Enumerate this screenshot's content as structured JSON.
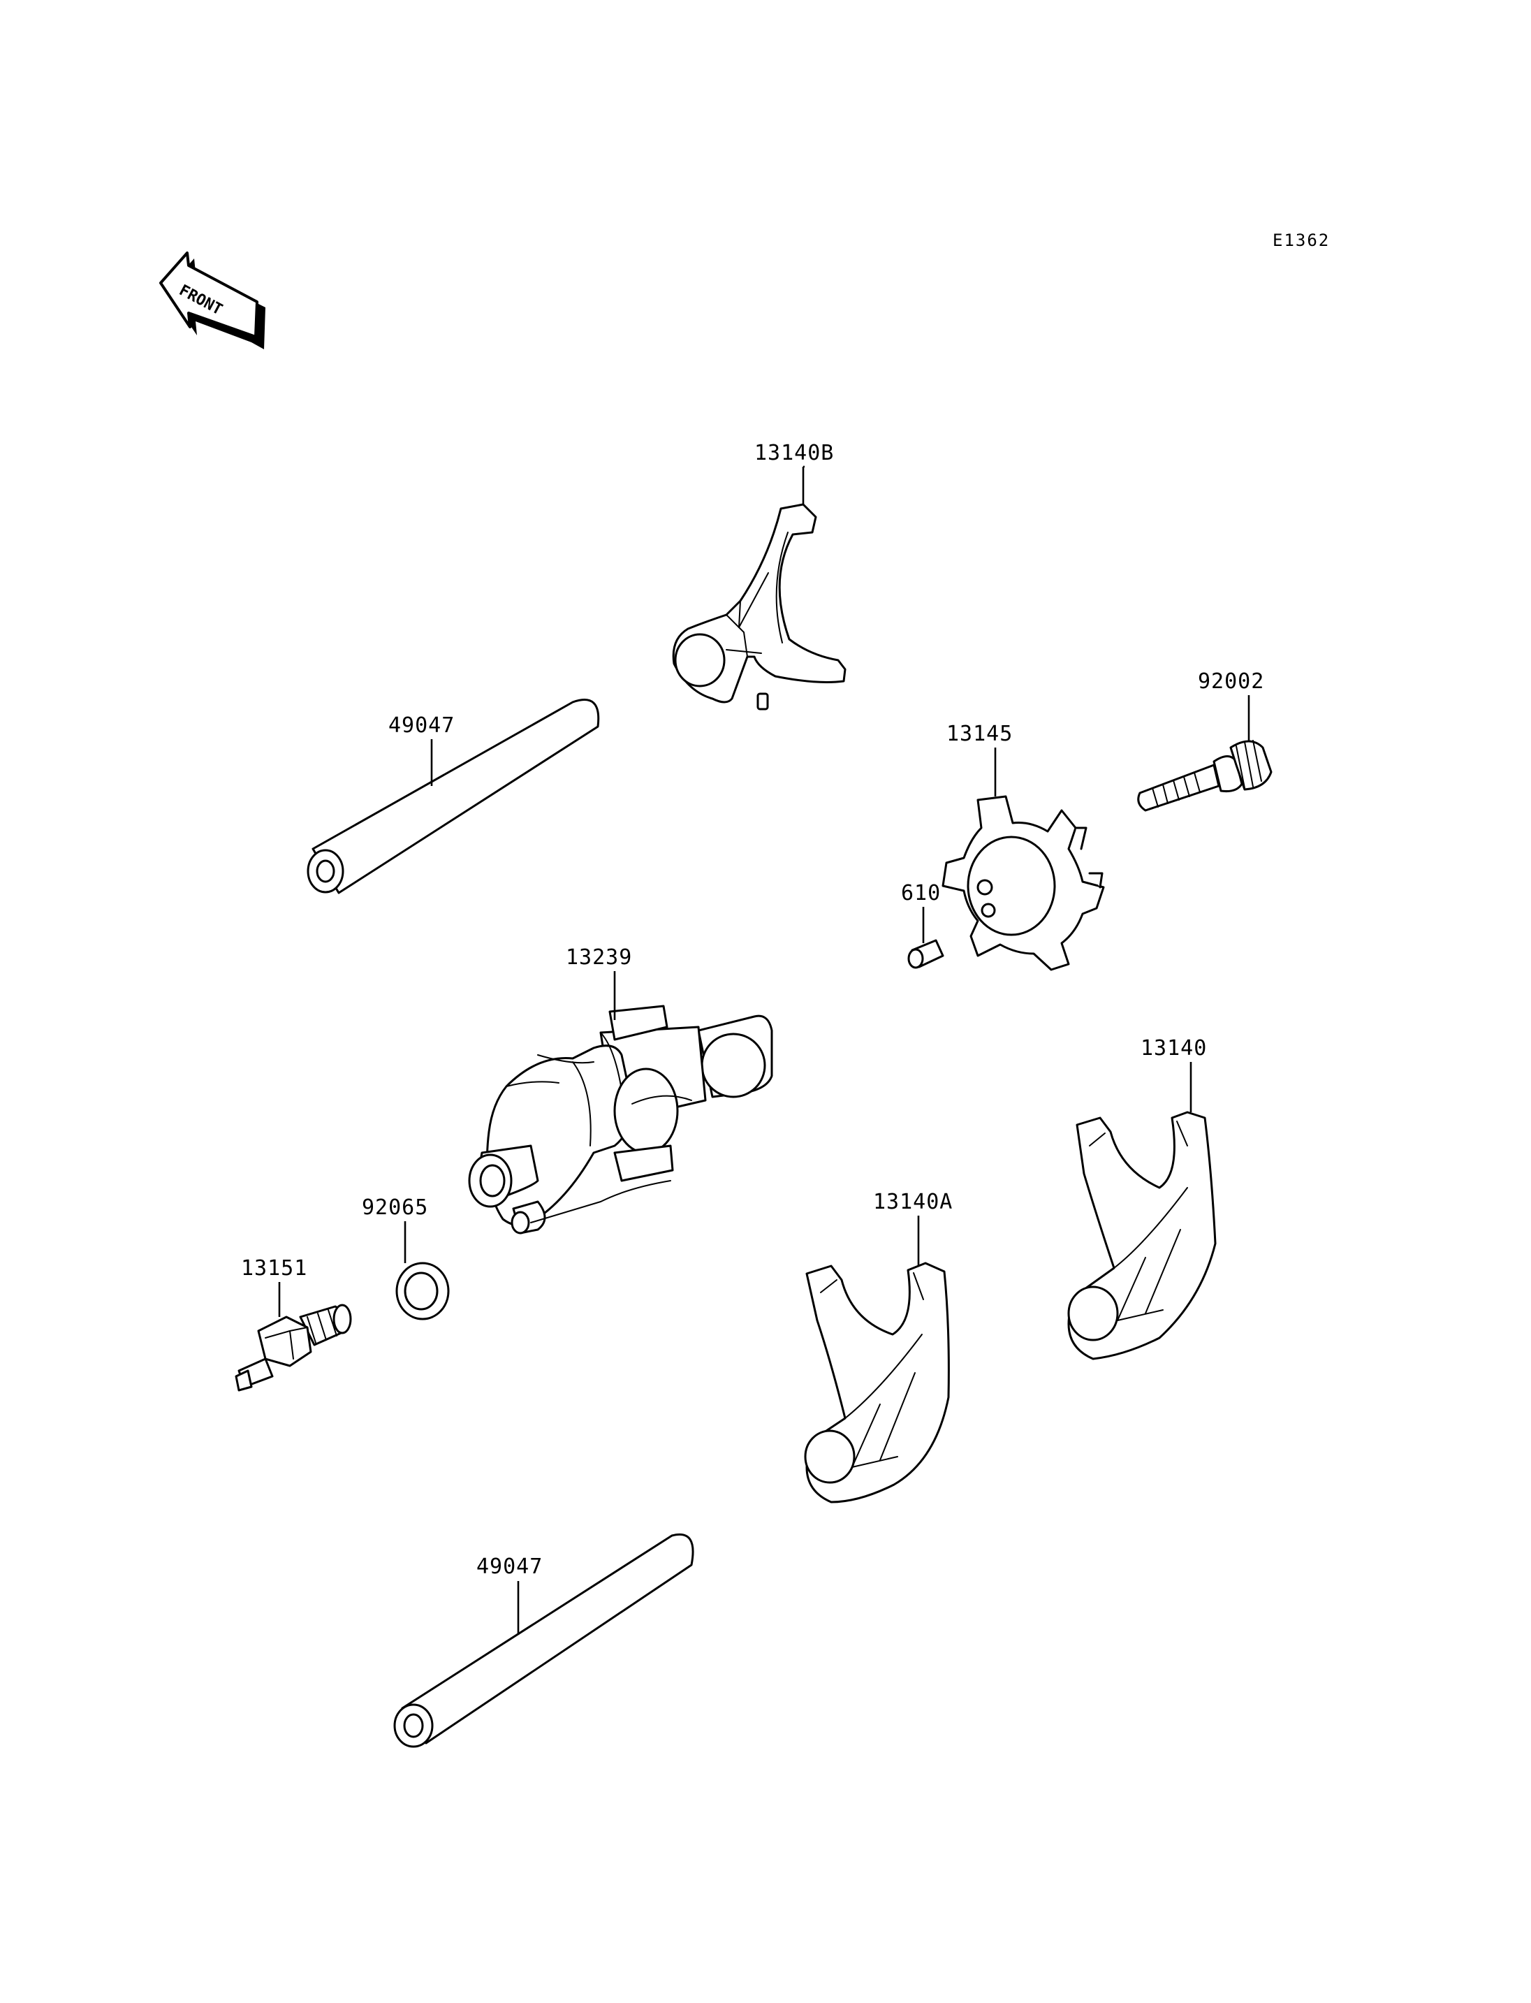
{
  "diagram": {
    "code": "E1362",
    "front_indicator": "FRONT",
    "parts": [
      {
        "id": "shift-fork-b",
        "number": "13140B"
      },
      {
        "id": "shaft-upper",
        "number": "49047"
      },
      {
        "id": "bolt",
        "number": "92002"
      },
      {
        "id": "shift-drum-cam",
        "number": "13145"
      },
      {
        "id": "pin",
        "number": "610"
      },
      {
        "id": "shift-drum",
        "number": "13239"
      },
      {
        "id": "shift-fork",
        "number": "13140"
      },
      {
        "id": "washer",
        "number": "92065"
      },
      {
        "id": "shift-fork-a",
        "number": "13140A"
      },
      {
        "id": "switch",
        "number": "13151"
      },
      {
        "id": "shaft-lower",
        "number": "49047"
      }
    ]
  }
}
